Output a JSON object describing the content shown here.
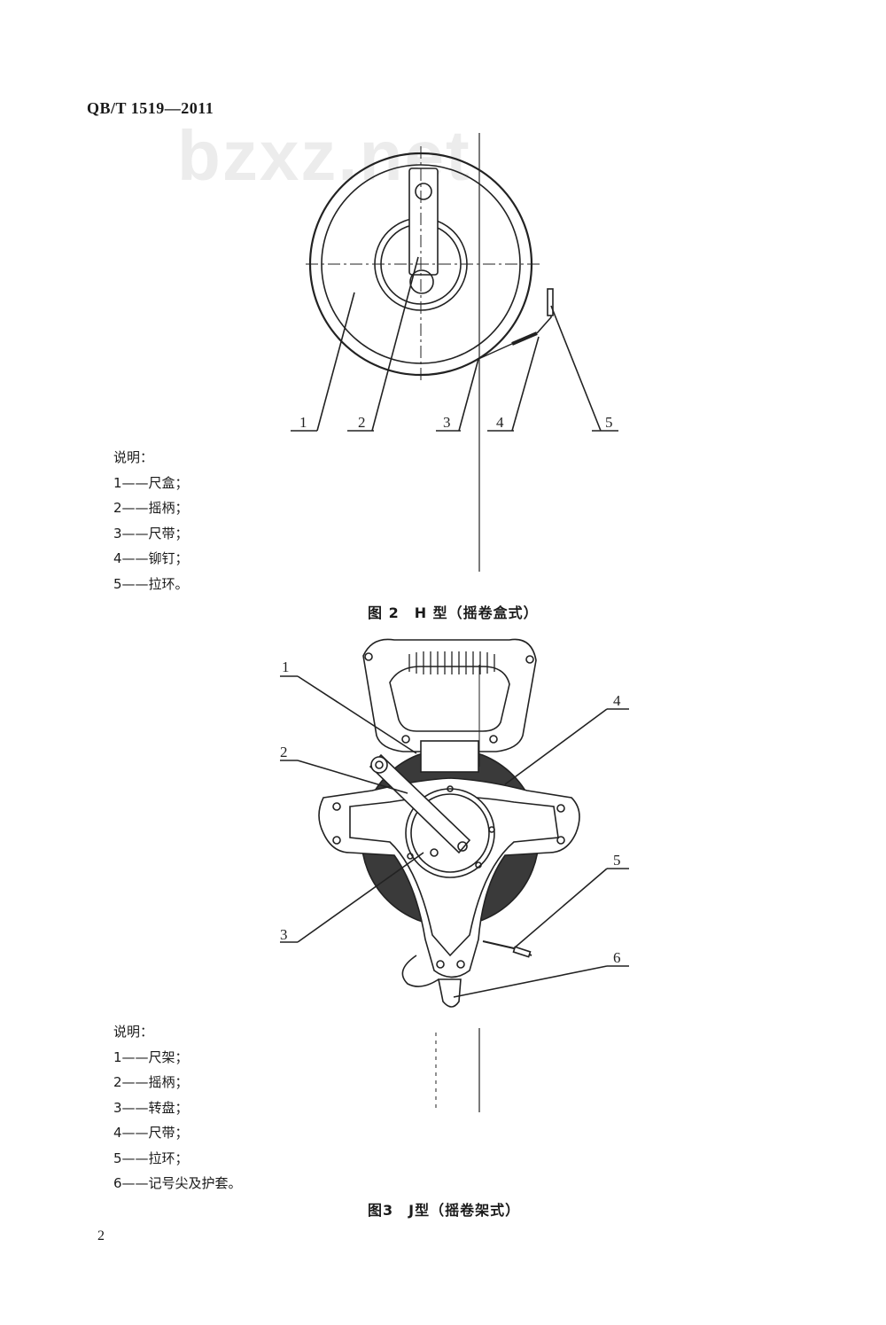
{
  "header": {
    "standard_code": "QB/T 1519—2011"
  },
  "watermark": "bzxz.net",
  "figure2": {
    "callouts": [
      "1",
      "2",
      "3",
      "4",
      "5"
    ],
    "legend_title": "说明：",
    "legend_items": [
      "1——尺盒；",
      "2——摇柄；",
      "3——尺带；",
      "4——铆钉；",
      "5——拉环。"
    ],
    "caption": "图 2　H 型（摇卷盒式）"
  },
  "figure3": {
    "callouts": [
      "1",
      "2",
      "3",
      "4",
      "5",
      "6"
    ],
    "legend_title": "说明：",
    "legend_items": [
      "1——尺架；",
      "2——摇柄；",
      "3——转盘；",
      "4——尺带；",
      "5——拉环；",
      "6——记号尖及护套。"
    ],
    "caption": "图3　J型（摇卷架式）"
  },
  "footer": {
    "page_number": "2"
  }
}
